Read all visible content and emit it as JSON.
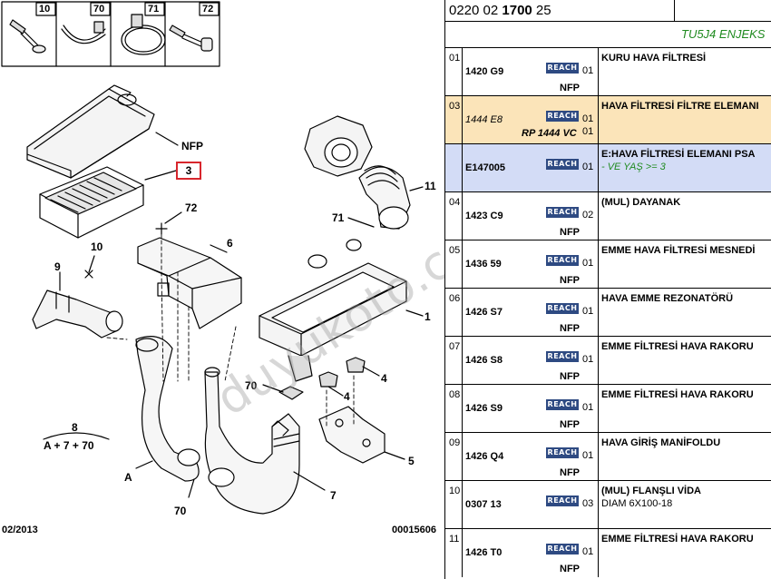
{
  "diagram": {
    "kit_items": [
      {
        "num": "10",
        "icon": "bolt-washer-icon"
      },
      {
        "num": "70",
        "icon": "strap-clip-icon"
      },
      {
        "num": "71",
        "icon": "hose-clamp-icon"
      },
      {
        "num": "72",
        "icon": "screw-bushing-icon"
      }
    ],
    "callouts": [
      "NFP",
      "3",
      "72",
      "6",
      "10",
      "9",
      "11",
      "71",
      "1",
      "4",
      "4",
      "70",
      "8",
      "A + 7 + 70",
      "A",
      "70",
      "7",
      "5"
    ],
    "date": "02/2013",
    "doc_no": "00015606",
    "watermark": "duyukoto.com"
  },
  "table": {
    "ref_prefix": "0220 02 ",
    "ref_bold": "1700",
    "ref_suffix": " 25",
    "engine": "TU5J4 ENJEKS",
    "reach_label": "REACH",
    "rows": [
      {
        "no": "01",
        "code": "1420 G9",
        "qty": "01",
        "nfp": "NFP",
        "desc": "KURU HAVA FİLTRESİ",
        "sub": ""
      },
      {
        "no": "03",
        "code": "1444 E8",
        "qty": "01",
        "alt": "RP 1444 VC",
        "qty2": "01",
        "desc": "HAVA FİLTRESİ FİLTRE ELEMANI",
        "sub": ""
      },
      {
        "no": "",
        "code": "E147005",
        "qty": "01",
        "desc": "E:HAVA FİLTRESİ ELEMANI PSA",
        "sub": "- VE YAŞ >= 3"
      },
      {
        "no": "04",
        "code": "1423 C9",
        "qty": "02",
        "nfp": "NFP",
        "desc": "(MUL) DAYANAK",
        "sub": ""
      },
      {
        "no": "05",
        "code": "1436 59",
        "qty": "01",
        "nfp": "NFP",
        "desc": "EMME HAVA FİLTRESİ MESNEDİ",
        "sub": ""
      },
      {
        "no": "06",
        "code": "1426 S7",
        "qty": "01",
        "nfp": "NFP",
        "desc": "HAVA EMME REZONATÖRÜ",
        "sub": ""
      },
      {
        "no": "07",
        "code": "1426 S8",
        "qty": "01",
        "nfp": "NFP",
        "desc": "EMME FİLTRESİ HAVA RAKORU",
        "sub": ""
      },
      {
        "no": "08",
        "code": "1426 S9",
        "qty": "01",
        "nfp": "NFP",
        "desc": "EMME FİLTRESİ HAVA RAKORU",
        "sub": ""
      },
      {
        "no": "09",
        "code": "1426 Q4",
        "qty": "01",
        "nfp": "NFP",
        "desc": "HAVA GİRİŞ MANİFOLDU",
        "sub": ""
      },
      {
        "no": "10",
        "code": "0307 13",
        "qty": "03",
        "nfp": "",
        "desc": "(MUL) FLANŞLI VİDA",
        "sub": "DIAM 6X100-18"
      },
      {
        "no": "11",
        "code": "1426 T0",
        "qty": "01",
        "nfp": "NFP",
        "desc": "EMME FİLTRESİ HAVA RAKORU",
        "sub": ""
      }
    ]
  }
}
